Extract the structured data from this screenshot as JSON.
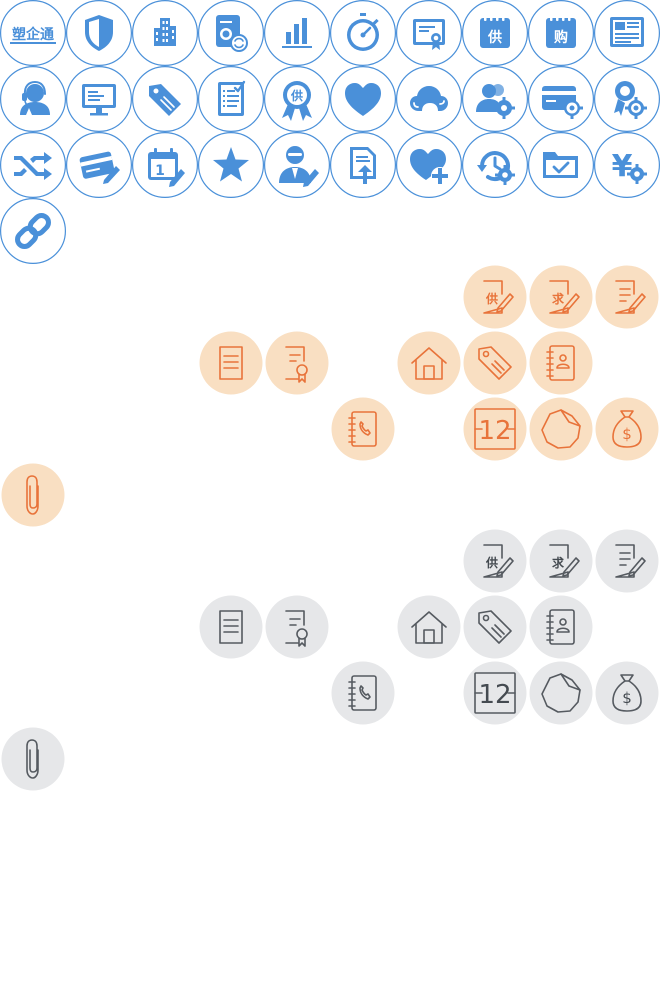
{
  "sprite": {
    "colors": {
      "blue": "#4a90d9",
      "orange": "#e8733a",
      "orange_disc": "#f9dfc2",
      "gray": "#555a60",
      "gray_disc": "#e6e7e9"
    },
    "blue_icons": [
      {
        "name": "brand-logo-icon",
        "text": "塑企通"
      },
      {
        "name": "shield-icon"
      },
      {
        "name": "building-icon"
      },
      {
        "name": "document-refresh-icon"
      },
      {
        "name": "bar-chart-icon"
      },
      {
        "name": "stopwatch-icon"
      },
      {
        "name": "certificate-icon"
      },
      {
        "name": "supply-calendar-icon",
        "text": "供"
      },
      {
        "name": "purchase-calendar-icon",
        "text": "购"
      },
      {
        "name": "newspaper-icon"
      },
      {
        "name": "customer-service-icon"
      },
      {
        "name": "monitor-icon"
      },
      {
        "name": "price-tag-icon"
      },
      {
        "name": "checklist-icon"
      },
      {
        "name": "supply-badge-icon",
        "text": "供"
      },
      {
        "name": "heart-icon"
      },
      {
        "name": "cloud-icon"
      },
      {
        "name": "user-settings-icon"
      },
      {
        "name": "card-settings-icon"
      },
      {
        "name": "award-settings-icon"
      },
      {
        "name": "shuffle-icon"
      },
      {
        "name": "card-edit-icon"
      },
      {
        "name": "calendar-edit-icon",
        "text": "1"
      },
      {
        "name": "star-icon"
      },
      {
        "name": "agent-edit-icon"
      },
      {
        "name": "file-upload-icon"
      },
      {
        "name": "heart-add-icon"
      },
      {
        "name": "history-settings-icon"
      },
      {
        "name": "folder-check-icon"
      },
      {
        "name": "yen-settings-icon",
        "text": "¥"
      },
      {
        "name": "link-icon"
      }
    ],
    "outline_icons": [
      {
        "name": "supply-edit-icon",
        "text": "供"
      },
      {
        "name": "demand-edit-icon",
        "text": "求"
      },
      {
        "name": "document-edit-icon"
      },
      {
        "name": "document-icon"
      },
      {
        "name": "document-certificate-icon"
      },
      {
        "name": "home-icon"
      },
      {
        "name": "price-tag-icon"
      },
      {
        "name": "contact-book-icon"
      },
      {
        "name": "phone-book-icon"
      },
      {
        "name": "flip-calendar-icon",
        "text": "12"
      },
      {
        "name": "sticky-badge-icon"
      },
      {
        "name": "money-bag-icon",
        "text": "$"
      },
      {
        "name": "paperclip-icon"
      }
    ]
  }
}
